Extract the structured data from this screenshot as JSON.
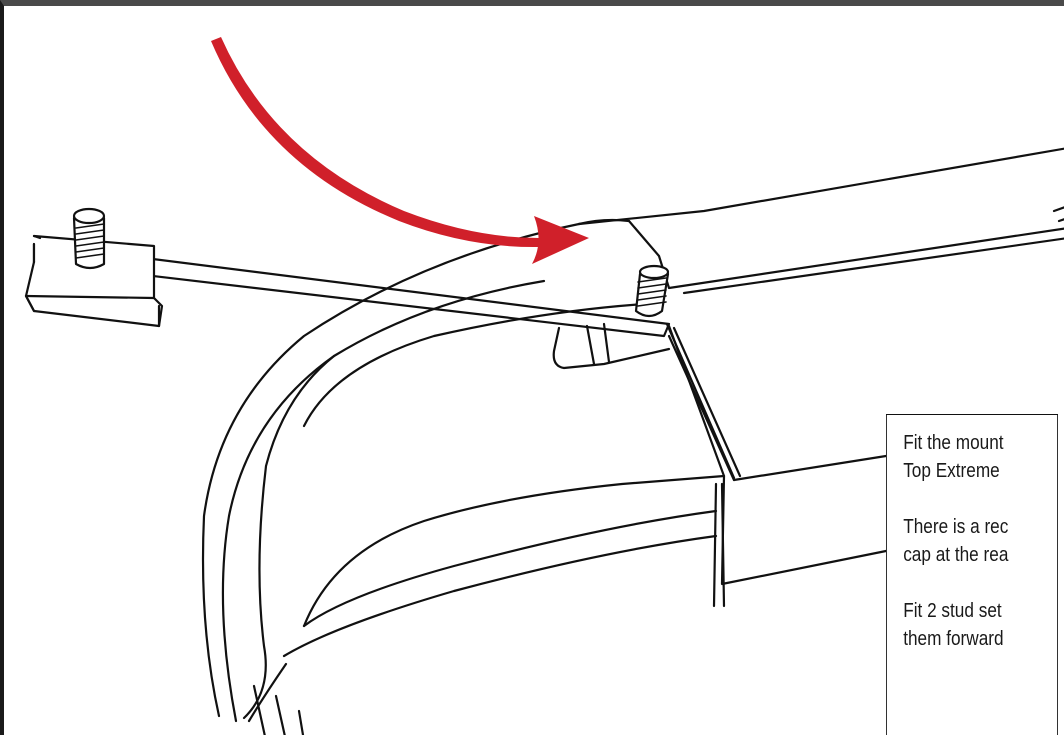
{
  "instructions": {
    "paragraph_1_line_1": "Fit the mount",
    "paragraph_1_line_2": "Top Extreme",
    "paragraph_2_line_1": "There is a rec",
    "paragraph_2_line_2": "cap at the rea",
    "paragraph_3_line_1": "Fit 2 stud set",
    "paragraph_3_line_2": "them forward"
  },
  "colors": {
    "arrow": "#d0202a",
    "line": "#111111",
    "frame_top": "#4a4a4a"
  }
}
